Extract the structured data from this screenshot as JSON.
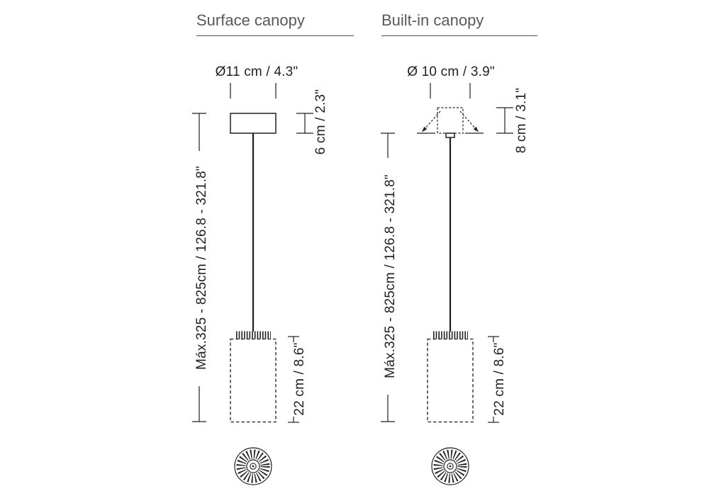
{
  "page": {
    "background": "#ffffff",
    "line_color": "#231f20",
    "title_color": "#58595b"
  },
  "surface": {
    "title": "Surface canopy",
    "diameter": "Ø11 cm / 4.3\"",
    "max_length": "Máx.325 - 825cm / 126.8 - 321.8\"",
    "canopy_height": "6 cm / 2.3\"",
    "shade_height": "22 cm / 8.6\""
  },
  "built_in": {
    "title": "Built-in canopy",
    "diameter": "Ø 10 cm / 3.9\"",
    "max_length": "Máx.325 - 825cm / 126.8 - 321.8\"",
    "canopy_height": "8 cm / 3.1\"",
    "shade_height": "22 cm / 8.6\""
  }
}
